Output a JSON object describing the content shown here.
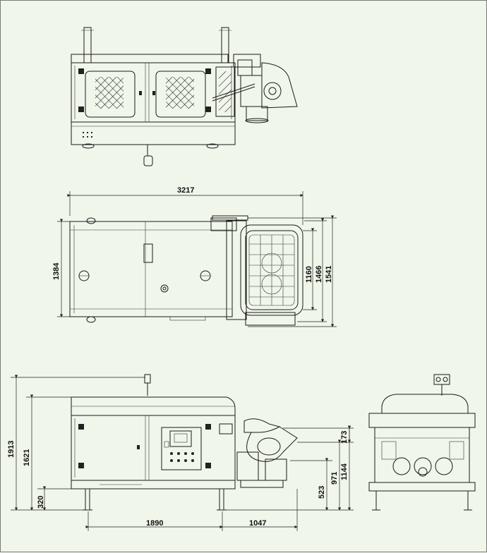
{
  "dimensions": {
    "top_width": "3217",
    "top_height": "1384",
    "top_radiator_inner": "1160",
    "top_radiator_mid": "1466",
    "top_radiator_outer": "1541",
    "side_total_height": "1913",
    "side_body_height": "1621",
    "side_base_height": "320",
    "side_length_left": "1890",
    "side_length_right": "1047",
    "side_right_173": "173",
    "side_right_1144": "1144",
    "side_right_971": "971",
    "side_right_523": "523"
  }
}
